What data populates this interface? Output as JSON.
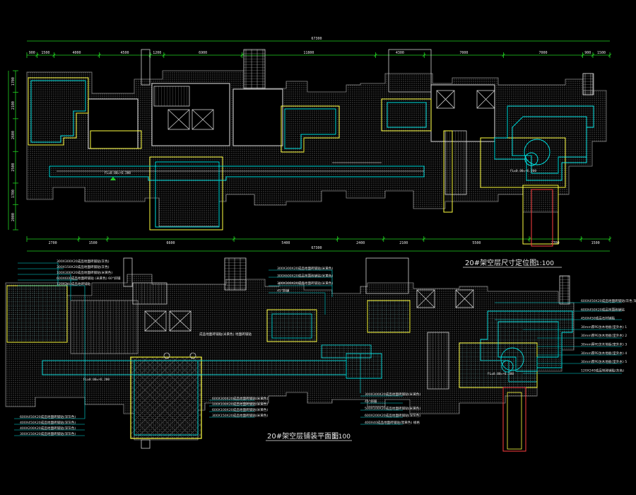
{
  "plans": [
    {
      "title": "20#架空层尺寸定位图",
      "scale": "1:100",
      "overall_dimension": "67300",
      "top_segments": [
        "900",
        "1500",
        "4000",
        "4500",
        "1200",
        "6900",
        "11800",
        "4300",
        "7000",
        "7000",
        "900",
        "1500"
      ],
      "bottom_segments": [
        "2700",
        "1500",
        "6600",
        "5400",
        "2400",
        "2100",
        "5500",
        "2700",
        "1500"
      ],
      "left_segments": [
        "1700",
        "2100",
        "2600",
        "2500",
        "1700",
        "2000"
      ],
      "level_label": "FL±0.00=+6.200",
      "level_label_right": "FL±0.00=+6.200"
    },
    {
      "title": "20#架空层铺装平面图",
      "scale": "1:100",
      "notes_top_left": [
        "300X300X20成品地面砖铺贴(灰色)",
        "300X150X20成品地面砖铺贴(灰色)",
        "100X300X20成品地面砖铺贴(米黄色)",
        "600X600成品地面砖铺贴 (米黄色) 60°斜铺",
        "120X240成品地砖铺贴"
      ],
      "notes_top_mid": [
        "300X300X20成品地面砖铺贴(米黄色)",
        "300X600X20成品地面砖铺贴(米黄色)",
        "300X300X20成品地面砖铺贴(米黄色)",
        "45°斜铺"
      ],
      "note_mid_left": "成品地面砖铺贴(米黄色) 地面砖铺贴",
      "notes_bottom_left": [
        "600X450X20成品地面砖铺贴(深灰色)",
        "400X450X20成品地面砖铺贴(深灰色)",
        "400X200X20成品地面砖铺贴(深灰色)",
        "300X150X20成品地面砖铺贴(深灰色)"
      ],
      "notes_bottom_center": [
        "600X300X20成品地面砖铺贴(米黄色)",
        "100X100X20成品地面砖铺贴(米黄色)",
        "600X100X20成品地面砖铺贴(米黄色)",
        "300X150X20成品地面砖铺贴(米黄色)"
      ],
      "notes_bottom_right": [
        "300X300X20成品地面砖铺贴(米黄色)",
        "45°斜铺",
        "500X100X20成品地面砖铺贴(米黄色)",
        "600X200X20成品地面砖铺贴(深灰色)",
        "400X40成品地面砖铺贴(暗黄色) 规格"
      ],
      "notes_right": [
        "600X450X20成品地面砖铺贴(灰色 深灰色)",
        "600X450X20成品地面砖铺贴",
        "450X450成品石材铺贴",
        "30mm厚PE仿木地板(室外木) 1",
        "30mm厚PE仿木地板(室外木) 2",
        "30mm厚PE仿木地板(室外木) 3",
        "30mm厚PE仿木地板(室外木) 4",
        "30mm厚PE仿木地板(室外木) 5",
        "120X240成品地砖铺贴(灰色)"
      ],
      "level_label": "FL±0.00=+6.200",
      "level_label_right": "FL±0.00=+6.200"
    }
  ],
  "colors": {
    "background": "#000000",
    "wall": "#c8c8c8",
    "dimension": "#21d121",
    "outline": "#ffff40",
    "paving": "#00e0e0",
    "accent": "#ff4040",
    "hatch": "#1e3a3a"
  }
}
